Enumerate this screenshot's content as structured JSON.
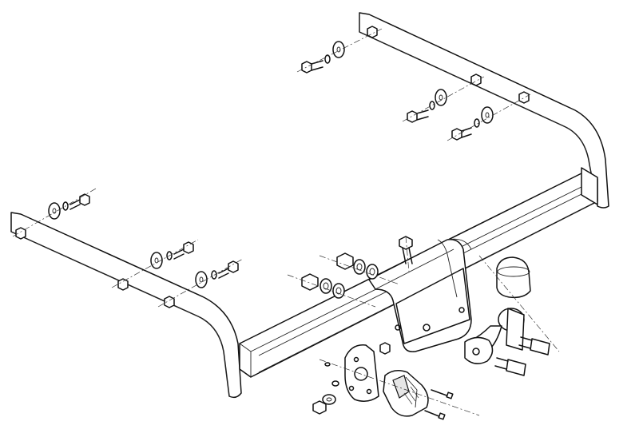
{
  "title": "",
  "parts": {
    "mounting_plates": [
      "left-side-plate",
      "right-side-plate"
    ],
    "main_beam": "cross-beam",
    "center_bracket": "center-bracket",
    "tow_ball": "tow-ball",
    "ball_cap": "ball-cap",
    "socket": "electrical-socket",
    "socket_plate": "socket-plate",
    "fasteners": [
      "bolt",
      "nut",
      "washer",
      "spring-washer"
    ]
  }
}
